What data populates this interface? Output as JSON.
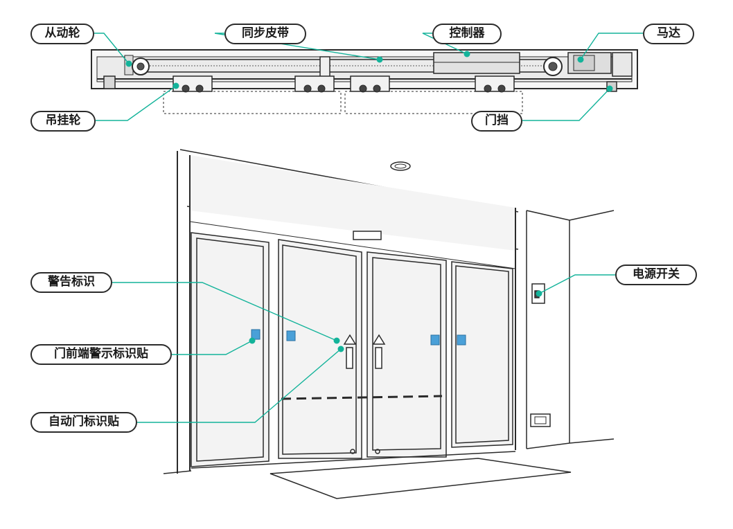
{
  "accent_color": "#13b39a",
  "labels": {
    "driven_wheel": "从动轮",
    "timing_belt": "同步皮带",
    "controller": "控制器",
    "motor": "马达",
    "hanger_wheel": "吊挂轮",
    "door_stop": "门挡",
    "warning_sign": "警告标识",
    "front_warning_sticker": "门前端警示标识贴",
    "auto_door_sticker": "自动门标识贴",
    "power_switch": "电源开关"
  }
}
